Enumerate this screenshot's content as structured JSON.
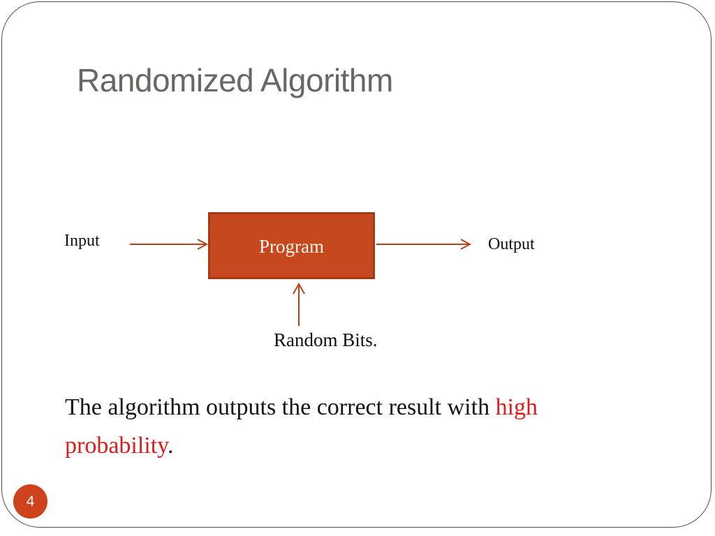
{
  "slide": {
    "title": "Randomized Algorithm",
    "page_number": "4"
  },
  "diagram": {
    "input_label": "Input",
    "box_label": "Program",
    "output_label": "Output",
    "random_bits_label": "Random Bits."
  },
  "body_text": {
    "lead": "The algorithm outputs the correct result with ",
    "highlight_word": "high",
    "highlight_word2": "probability",
    "period": "."
  },
  "colors": {
    "accent": "#c5481f",
    "box_border": "#a23a14",
    "arrow": "#bc4119",
    "highlight_red": "#e01b1b",
    "title_gray": "#6a6663",
    "frame_border": "#4f4f4f",
    "page_circle": "#cc431d"
  }
}
